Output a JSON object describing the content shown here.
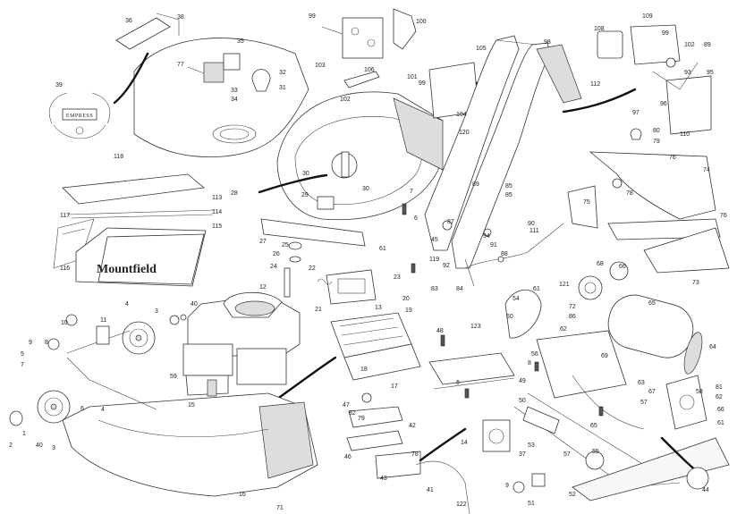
{
  "brand_panel_text": "Mountfield",
  "crest_text": "EMPRESS",
  "part_numbers": [
    {
      "n": "36"
    },
    {
      "n": "38"
    },
    {
      "n": "35"
    },
    {
      "n": "77"
    },
    {
      "n": "32"
    },
    {
      "n": "31"
    },
    {
      "n": "33"
    },
    {
      "n": "34"
    },
    {
      "n": "39"
    },
    {
      "n": "99"
    },
    {
      "n": "100"
    },
    {
      "n": "103"
    },
    {
      "n": "106"
    },
    {
      "n": "102"
    },
    {
      "n": "101"
    },
    {
      "n": "99"
    },
    {
      "n": "105"
    },
    {
      "n": "104"
    },
    {
      "n": "98"
    },
    {
      "n": "120"
    },
    {
      "n": "108"
    },
    {
      "n": "109"
    },
    {
      "n": "99"
    },
    {
      "n": "102"
    },
    {
      "n": "89"
    },
    {
      "n": "95"
    },
    {
      "n": "93"
    },
    {
      "n": "96"
    },
    {
      "n": "97"
    },
    {
      "n": "112"
    },
    {
      "n": "110"
    },
    {
      "n": "80"
    },
    {
      "n": "79"
    },
    {
      "n": "76"
    },
    {
      "n": "74"
    },
    {
      "n": "78"
    },
    {
      "n": "75"
    },
    {
      "n": "76"
    },
    {
      "n": "73"
    },
    {
      "n": "118"
    },
    {
      "n": "113"
    },
    {
      "n": "114"
    },
    {
      "n": "117"
    },
    {
      "n": "115"
    },
    {
      "n": "116"
    },
    {
      "n": "30"
    },
    {
      "n": "30"
    },
    {
      "n": "28"
    },
    {
      "n": "29"
    },
    {
      "n": "7"
    },
    {
      "n": "6"
    },
    {
      "n": "27"
    },
    {
      "n": "25"
    },
    {
      "n": "26"
    },
    {
      "n": "22"
    },
    {
      "n": "24"
    },
    {
      "n": "23"
    },
    {
      "n": "21"
    },
    {
      "n": "61"
    },
    {
      "n": "89"
    },
    {
      "n": "85"
    },
    {
      "n": "87"
    },
    {
      "n": "45"
    },
    {
      "n": "90"
    },
    {
      "n": "94"
    },
    {
      "n": "91"
    },
    {
      "n": "88"
    },
    {
      "n": "111"
    },
    {
      "n": "85"
    },
    {
      "n": "119"
    },
    {
      "n": "92"
    },
    {
      "n": "83"
    },
    {
      "n": "84"
    },
    {
      "n": "12"
    },
    {
      "n": "10"
    },
    {
      "n": "11"
    },
    {
      "n": "4"
    },
    {
      "n": "3"
    },
    {
      "n": "40"
    },
    {
      "n": "9"
    },
    {
      "n": "8"
    },
    {
      "n": "5"
    },
    {
      "n": "59"
    },
    {
      "n": "7"
    },
    {
      "n": "6"
    },
    {
      "n": "2"
    },
    {
      "n": "1"
    },
    {
      "n": "40"
    },
    {
      "n": "3"
    },
    {
      "n": "4"
    },
    {
      "n": "15"
    },
    {
      "n": "16"
    },
    {
      "n": "13"
    },
    {
      "n": "20"
    },
    {
      "n": "19"
    },
    {
      "n": "18"
    },
    {
      "n": "17"
    },
    {
      "n": "47"
    },
    {
      "n": "82"
    },
    {
      "n": "79"
    },
    {
      "n": "42"
    },
    {
      "n": "46"
    },
    {
      "n": "78"
    },
    {
      "n": "43"
    },
    {
      "n": "41"
    },
    {
      "n": "122"
    },
    {
      "n": "123"
    },
    {
      "n": "48"
    },
    {
      "n": "6"
    },
    {
      "n": "49"
    },
    {
      "n": "14"
    },
    {
      "n": "50"
    },
    {
      "n": "54"
    },
    {
      "n": "60"
    },
    {
      "n": "61"
    },
    {
      "n": "121"
    },
    {
      "n": "72"
    },
    {
      "n": "86"
    },
    {
      "n": "62"
    },
    {
      "n": "68"
    },
    {
      "n": "66"
    },
    {
      "n": "65"
    },
    {
      "n": "64"
    },
    {
      "n": "81"
    },
    {
      "n": "63"
    },
    {
      "n": "69"
    },
    {
      "n": "67"
    },
    {
      "n": "57"
    },
    {
      "n": "58"
    },
    {
      "n": "62"
    },
    {
      "n": "66"
    },
    {
      "n": "61"
    },
    {
      "n": "65"
    },
    {
      "n": "57"
    },
    {
      "n": "55"
    },
    {
      "n": "56"
    },
    {
      "n": "8"
    },
    {
      "n": "9"
    },
    {
      "n": "51"
    },
    {
      "n": "52"
    },
    {
      "n": "53"
    },
    {
      "n": "37"
    },
    {
      "n": "44"
    },
    {
      "n": "71"
    }
  ]
}
